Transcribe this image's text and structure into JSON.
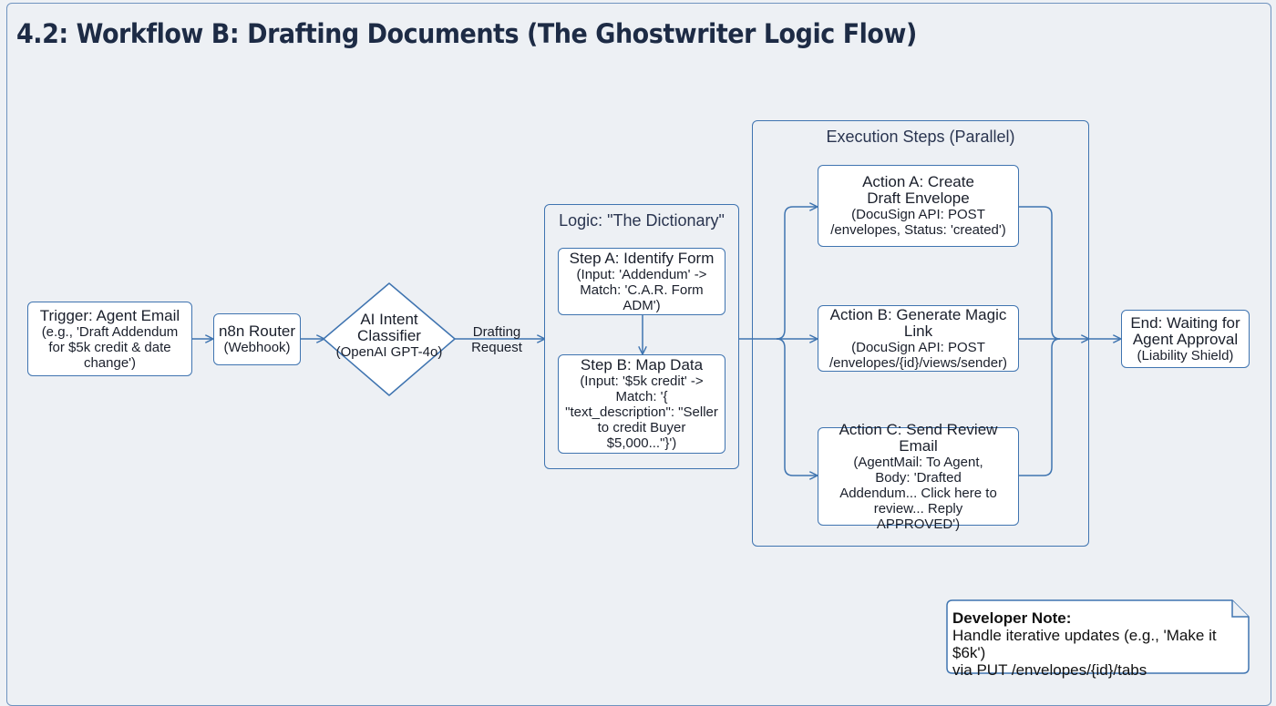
{
  "title": "4.2: Workflow B: Drafting Documents (The Ghostwriter Logic Flow)",
  "colors": {
    "stroke": "#3f74b0",
    "background": "#edf0f4",
    "node_fill": "#ffffff",
    "title_text": "#1d2b45"
  },
  "nodes": {
    "trigger": {
      "head": "Trigger: Agent Email",
      "sub": "(e.g., 'Draft Addendum for $5k credit & date change')"
    },
    "router": {
      "head": "n8n Router",
      "sub": "(Webhook)"
    },
    "classifier": {
      "line1": "AI Intent",
      "line2": "Classifier",
      "line3": "(OpenAI GPT-4o)"
    },
    "end": {
      "head": "End: Waiting for Agent Approval",
      "sub": "(Liability Shield)"
    }
  },
  "edges": {
    "classifier_to_logic": "Drafting Request"
  },
  "logic_group": {
    "label": "Logic: \"The Dictionary\"",
    "step_a": {
      "head": "Step A: Identify Form",
      "sub": "(Input: 'Addendum' -> Match: 'C.A.R. Form ADM')"
    },
    "step_b": {
      "head": "Step B: Map Data",
      "sub": "(Input: '$5k credit' -> Match: '{ \"text_description\": \"Seller to credit Buyer $5,000...\"}')"
    }
  },
  "execution_group": {
    "label": "Execution Steps (Parallel)",
    "action_a": {
      "head": "Action A: Create Draft Envelope",
      "sub": "(DocuSign API: POST /envelopes, Status: 'created')"
    },
    "action_b": {
      "head": "Action B: Generate Magic Link",
      "sub": "(DocuSign API: POST /envelopes/{id}/views/sender)"
    },
    "action_c": {
      "head": "Action C: Send Review Email",
      "sub": "(AgentMail: To Agent, Body: 'Drafted Addendum... Click here to review... Reply APPROVED')"
    }
  },
  "developer_note": {
    "title": "Developer Note:",
    "line1": "Handle iterative updates (e.g., 'Make it $6k')",
    "line2": "via PUT /envelopes/{id}/tabs"
  }
}
